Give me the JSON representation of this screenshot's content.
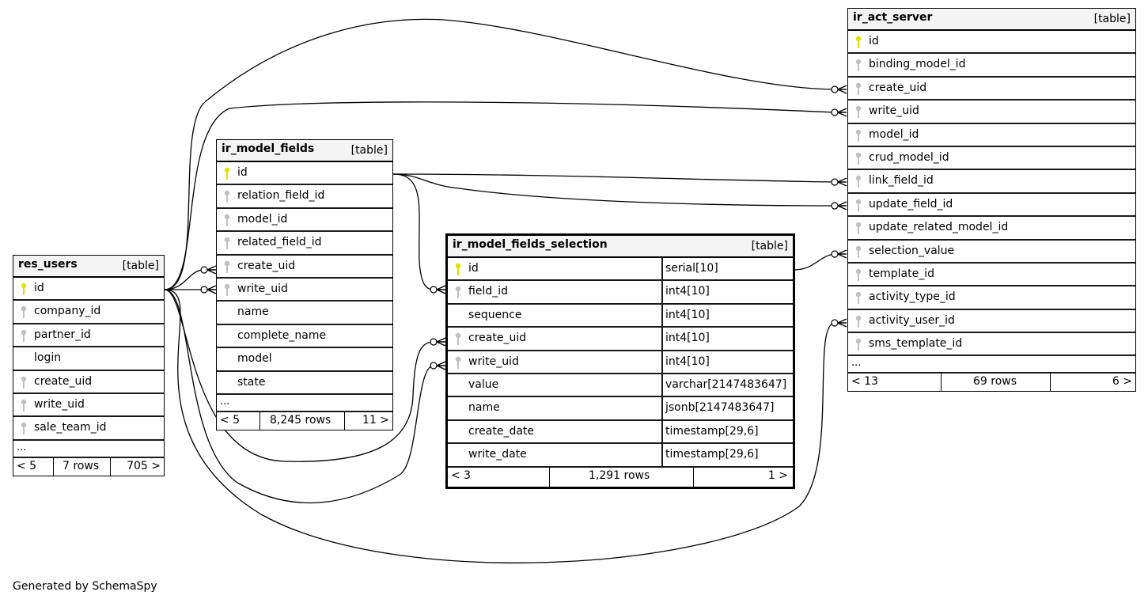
{
  "diagram": {
    "credit": "Generated by SchemaSpy",
    "colors": {
      "primary_key": "#e0e000",
      "foreign_key": "#c0c0c0",
      "line": "#000000",
      "header_bg": "#f4f4f4"
    },
    "tables": {
      "res_users": {
        "name": "res_users",
        "kind": "[table]",
        "columns": [
          {
            "name": "id",
            "key": "primary"
          },
          {
            "name": "company_id",
            "key": "foreign"
          },
          {
            "name": "partner_id",
            "key": "foreign"
          },
          {
            "name": "login",
            "key": "none"
          },
          {
            "name": "create_uid",
            "key": "foreign"
          },
          {
            "name": "write_uid",
            "key": "foreign"
          },
          {
            "name": "sale_team_id",
            "key": "foreign"
          }
        ],
        "more": "...",
        "footer": {
          "parents": "< 5",
          "rows": "7 rows",
          "children": "705 >"
        }
      },
      "ir_model_fields": {
        "name": "ir_model_fields",
        "kind": "[table]",
        "columns": [
          {
            "name": "id",
            "key": "primary"
          },
          {
            "name": "relation_field_id",
            "key": "foreign"
          },
          {
            "name": "model_id",
            "key": "foreign"
          },
          {
            "name": "related_field_id",
            "key": "foreign"
          },
          {
            "name": "create_uid",
            "key": "foreign"
          },
          {
            "name": "write_uid",
            "key": "foreign"
          },
          {
            "name": "name",
            "key": "none"
          },
          {
            "name": "complete_name",
            "key": "none"
          },
          {
            "name": "model",
            "key": "none"
          },
          {
            "name": "state",
            "key": "none"
          }
        ],
        "more": "...",
        "footer": {
          "parents": "< 5",
          "rows": "8,245 rows",
          "children": "11 >"
        }
      },
      "ir_model_fields_selection": {
        "name": "ir_model_fields_selection",
        "kind": "[table]",
        "columns": [
          {
            "name": "id",
            "key": "primary",
            "type": "serial[10]"
          },
          {
            "name": "field_id",
            "key": "foreign",
            "type": "int4[10]"
          },
          {
            "name": "sequence",
            "key": "none",
            "type": "int4[10]"
          },
          {
            "name": "create_uid",
            "key": "foreign",
            "type": "int4[10]"
          },
          {
            "name": "write_uid",
            "key": "foreign",
            "type": "int4[10]"
          },
          {
            "name": "value",
            "key": "none",
            "type": "varchar[2147483647]"
          },
          {
            "name": "name",
            "key": "none",
            "type": "jsonb[2147483647]"
          },
          {
            "name": "create_date",
            "key": "none",
            "type": "timestamp[29,6]"
          },
          {
            "name": "write_date",
            "key": "none",
            "type": "timestamp[29,6]"
          }
        ],
        "footer": {
          "parents": "< 3",
          "rows": "1,291 rows",
          "children": "1 >"
        }
      },
      "ir_act_server": {
        "name": "ir_act_server",
        "kind": "[table]",
        "columns": [
          {
            "name": "id",
            "key": "primary"
          },
          {
            "name": "binding_model_id",
            "key": "foreign"
          },
          {
            "name": "create_uid",
            "key": "foreign"
          },
          {
            "name": "write_uid",
            "key": "foreign"
          },
          {
            "name": "model_id",
            "key": "foreign"
          },
          {
            "name": "crud_model_id",
            "key": "foreign"
          },
          {
            "name": "link_field_id",
            "key": "foreign"
          },
          {
            "name": "update_field_id",
            "key": "foreign"
          },
          {
            "name": "update_related_model_id",
            "key": "foreign"
          },
          {
            "name": "selection_value",
            "key": "foreign"
          },
          {
            "name": "template_id",
            "key": "foreign"
          },
          {
            "name": "activity_type_id",
            "key": "foreign"
          },
          {
            "name": "activity_user_id",
            "key": "foreign"
          },
          {
            "name": "sms_template_id",
            "key": "foreign"
          }
        ],
        "more": "...",
        "footer": {
          "parents": "< 13",
          "rows": "69 rows",
          "children": "6 >"
        }
      }
    },
    "relationships": [
      {
        "from": "res_users.id",
        "to": "ir_model_fields.create_uid"
      },
      {
        "from": "res_users.id",
        "to": "ir_model_fields.write_uid"
      },
      {
        "from": "res_users.id",
        "to": "ir_model_fields_selection.create_uid"
      },
      {
        "from": "res_users.id",
        "to": "ir_model_fields_selection.write_uid"
      },
      {
        "from": "res_users.id",
        "to": "ir_act_server.create_uid"
      },
      {
        "from": "res_users.id",
        "to": "ir_act_server.write_uid"
      },
      {
        "from": "res_users.id",
        "to": "ir_act_server.activity_user_id"
      },
      {
        "from": "ir_model_fields.id",
        "to": "ir_model_fields_selection.field_id"
      },
      {
        "from": "ir_model_fields.id",
        "to": "ir_act_server.link_field_id"
      },
      {
        "from": "ir_model_fields.id",
        "to": "ir_act_server.update_field_id"
      },
      {
        "from": "ir_model_fields_selection.id",
        "to": "ir_act_server.selection_value"
      }
    ]
  }
}
